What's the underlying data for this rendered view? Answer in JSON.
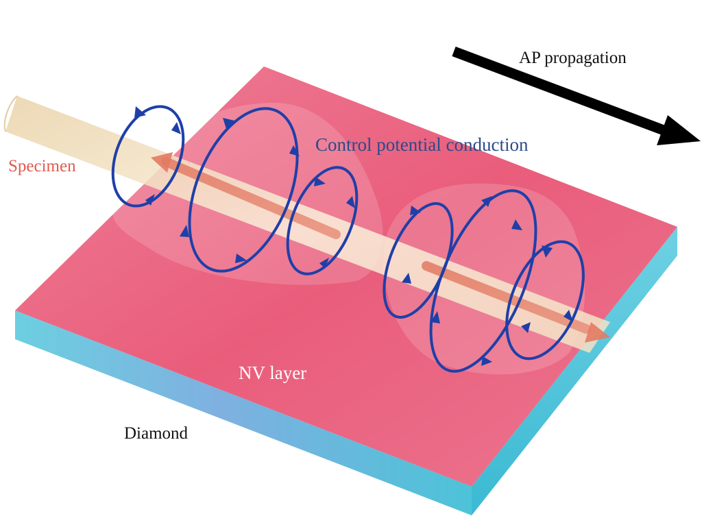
{
  "labels": {
    "ap_propagation": "AP propagation",
    "control_potential": "Control potential conduction",
    "specimen": "Specimen",
    "nv_layer": "NV layer",
    "diamond": "Diamond"
  },
  "colors": {
    "nv_layer": "#e9607f",
    "diamond_edge": "#5fc3dc",
    "field_loops": "#1f3fa8",
    "specimen_fiber": "#f6e6c8",
    "current_arrow": "#e88a6e",
    "ap_arrow": "#000000",
    "specimen_label": "#e05a4e",
    "control_label": "#2b4a8c"
  },
  "icons": [
    "ap-direction-arrow",
    "current-arrow",
    "magnetic-field-loop"
  ]
}
